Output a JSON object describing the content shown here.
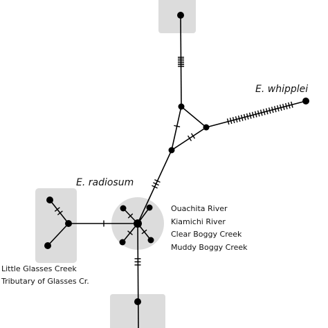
{
  "species_labels": {
    "whipplei": "E. whipplei",
    "radiosum": "E. radiosum"
  },
  "central_group_locations": [
    "Ouachita River",
    "Kiamichi River",
    "Clear Boggy Creek",
    "Muddy Boggy Creek"
  ],
  "left_group_locations": [
    "Little Glasses Creek",
    "Tributary of Glasses Cr."
  ],
  "colors": {
    "highlight_fill": "#dcdcdc",
    "line": "#000000"
  }
}
